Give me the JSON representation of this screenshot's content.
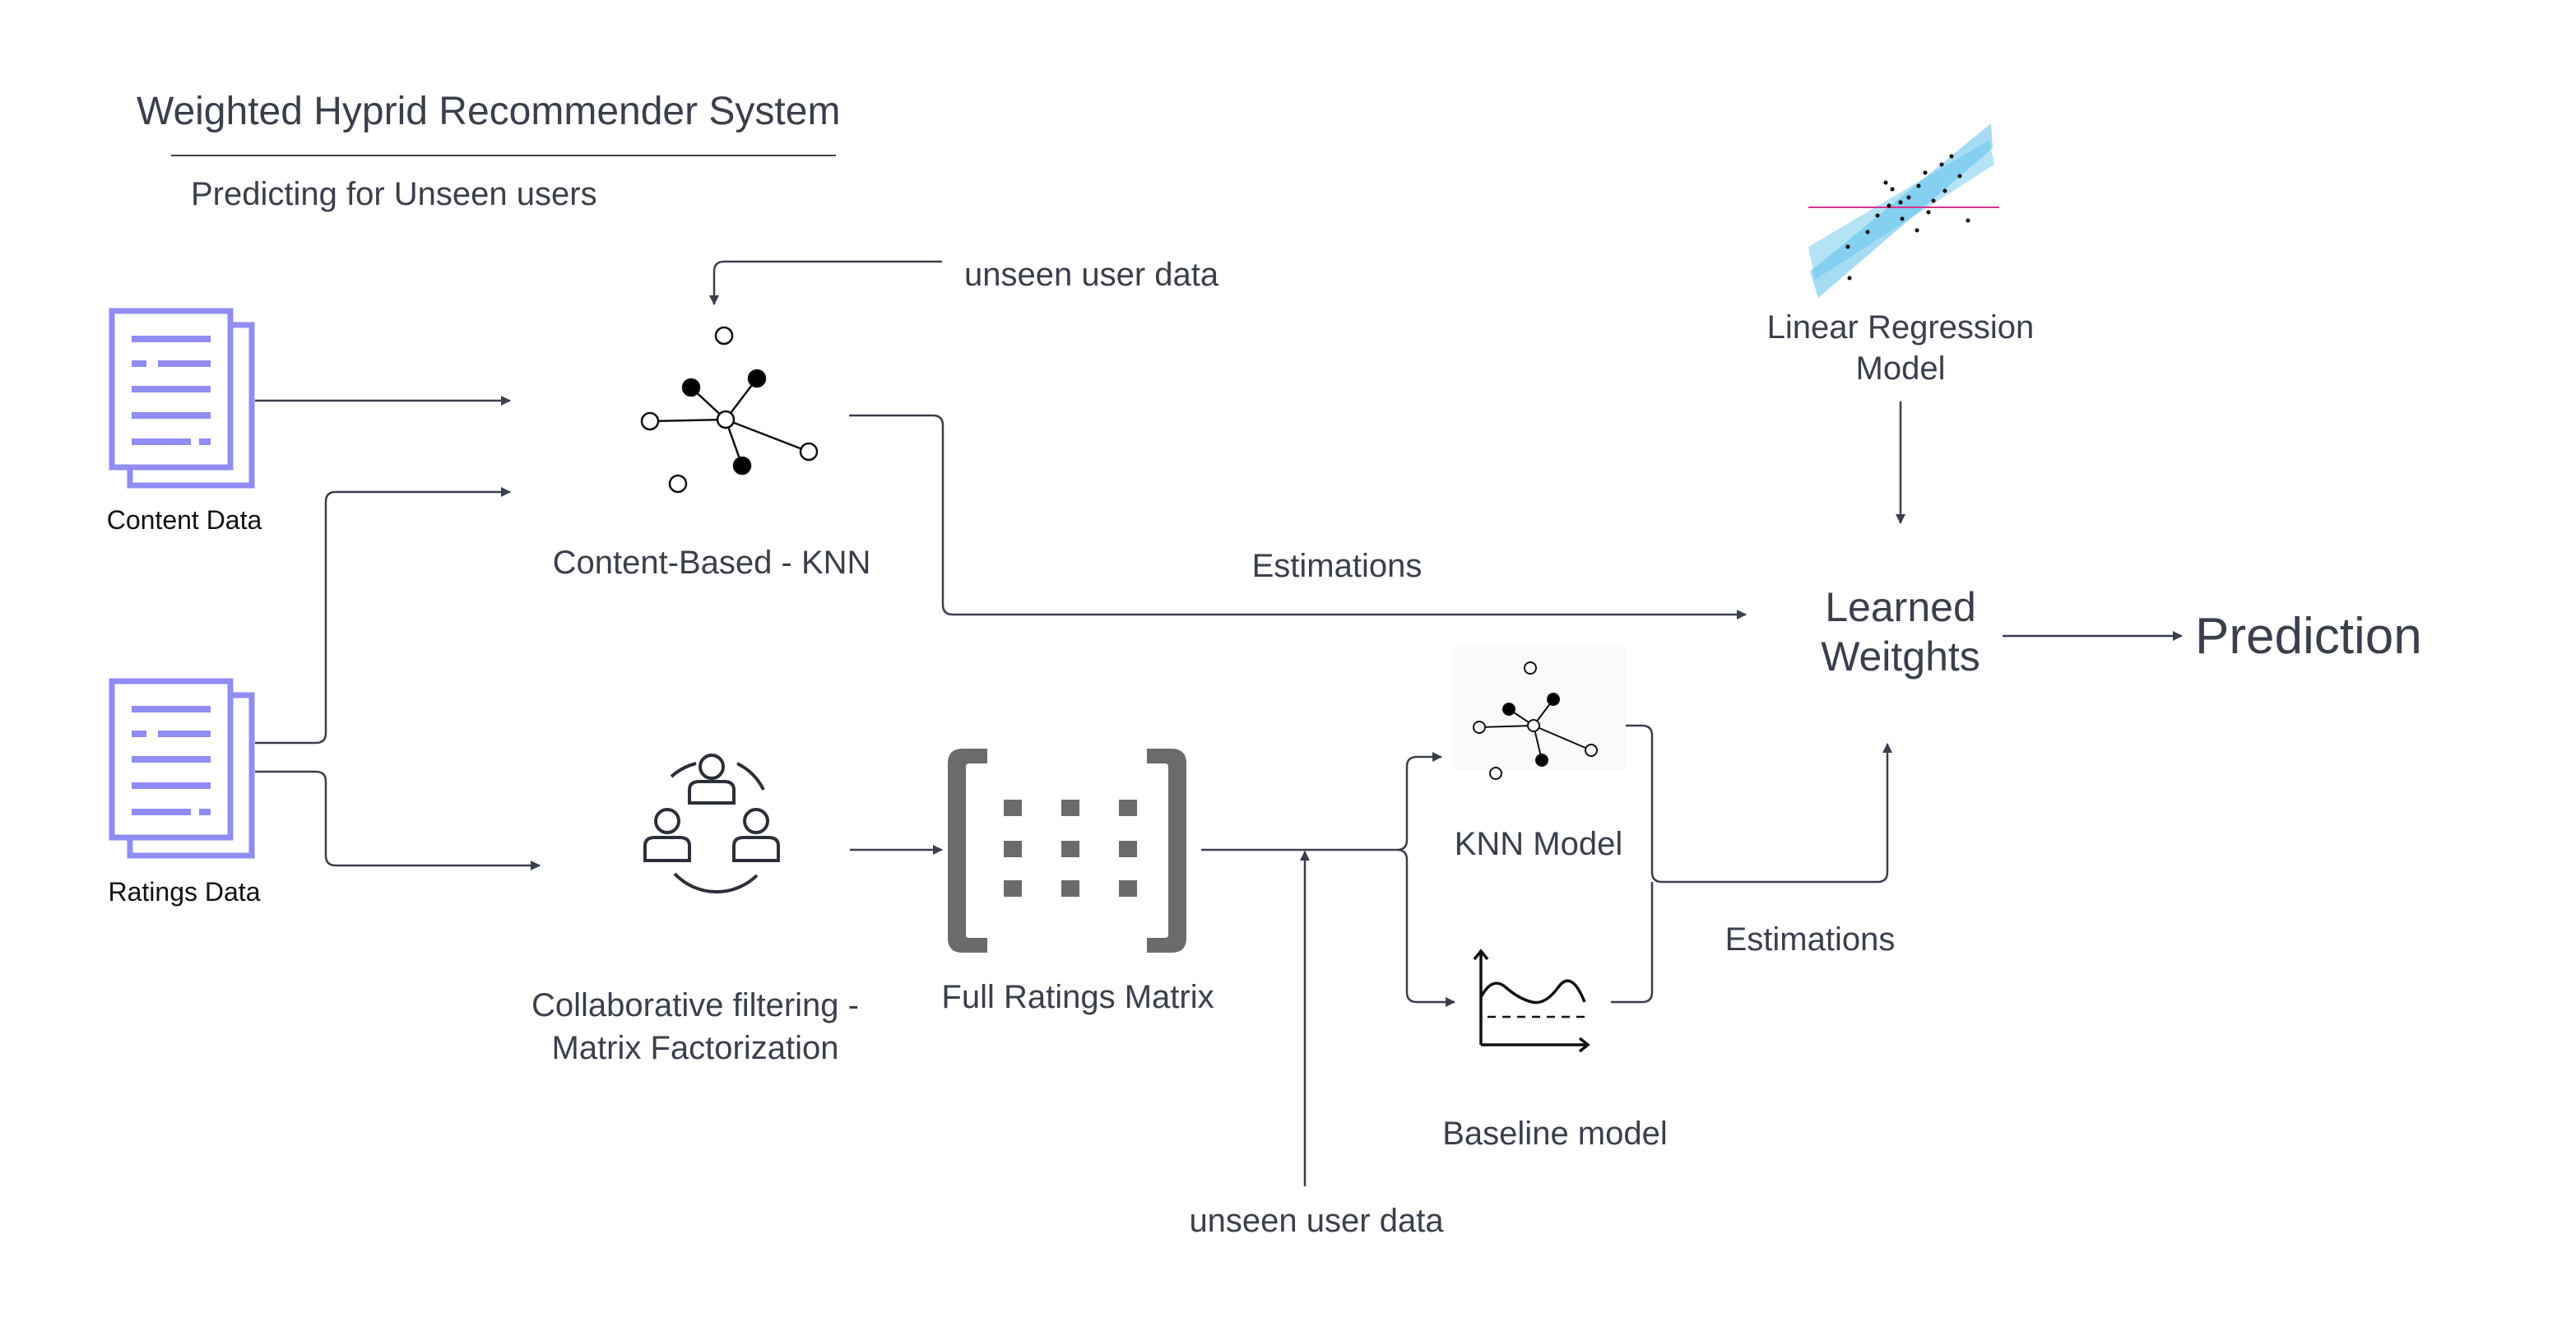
{
  "title": "Weighted Hyprid Recommender System",
  "subtitle": "Predicting for Unseen users",
  "nodes": {
    "content_data": "Content Data",
    "ratings_data": "Ratings Data",
    "content_knn": "Content-Based - KNN",
    "collab_line1": "Collaborative filtering -",
    "collab_line2": "Matrix Factorization",
    "full_matrix": "Full Ratings Matrix",
    "knn_model": "KNN Model",
    "baseline_model": "Baseline model",
    "linreg_line1": "Linear Regression",
    "linreg_line2": "Model",
    "learned_line1": "Learned",
    "learned_line2": "Weitghts",
    "prediction": "Prediction"
  },
  "edges": {
    "unseen_top": "unseen user data",
    "unseen_bottom": "unseen user data",
    "estimations_top": "Estimations",
    "estimations_bottom": "Estimations"
  },
  "colors": {
    "doc_icon": "#8f8cf2",
    "line": "#3a3f4a",
    "matrix": "#6b6b6b",
    "regression_band": "#5bc0eb",
    "regression_mean": "#d6338f"
  },
  "icons": [
    "document-icon",
    "network-icon",
    "people-icon",
    "matrix-icon",
    "line-chart-icon",
    "scatter-regression-icon"
  ]
}
